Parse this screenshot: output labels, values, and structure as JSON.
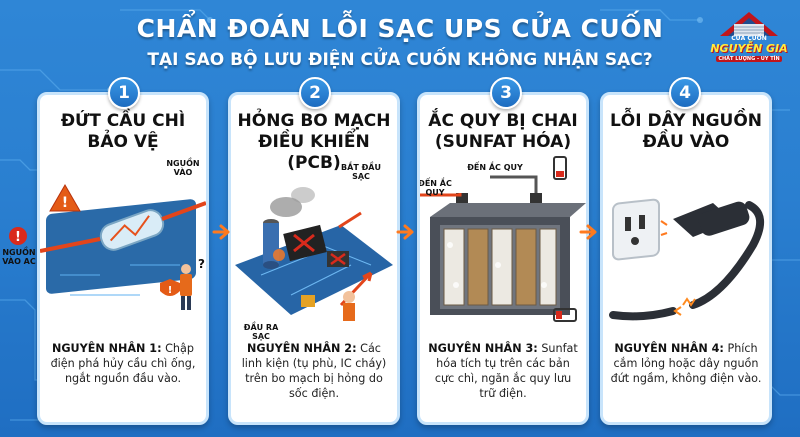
{
  "header": {
    "title": "CHẨN ĐOÁN LỖI SẠC UPS CỬA CUỐN",
    "subtitle": "TẠI SAO BỘ LƯU ĐIỆN CỬA CUỐN KHÔNG NHẬN SẠC?"
  },
  "logo": {
    "small": "CỬA CUỐN",
    "brand": "NGUYỄN GIA",
    "foot": "CHẤT LƯỢNG - UY TÍN"
  },
  "steps": [
    {
      "number": "1",
      "heading": "ĐỨT CẦU CHÌ BẢO VỆ",
      "cause_label": "NGUYÊN NHÂN 1:",
      "cause_text": "Chập điện phá hủy cầu chì ống, ngắt nguồn đầu vào.",
      "tags": [
        "NGUỒN VÀO",
        "NGUỒN VÀO AC"
      ]
    },
    {
      "number": "2",
      "heading": "HỎNG BO MẠCH ĐIỀU KHIỂN (PCB)",
      "cause_label": "NGUYÊN NHÂN 2:",
      "cause_text": "Các linh kiện (tụ phù, IC cháy) trên bo mạch bị hỏng do sốc điện.",
      "tags": [
        "BẮT ĐẦU SẠC",
        "ĐẦU RA SẠC"
      ]
    },
    {
      "number": "3",
      "heading": "ẮC QUY BỊ CHAI (SUNFAT HÓA)",
      "cause_label": "NGUYÊN NHÂN 3:",
      "cause_text": "Sunfat hóa tích tụ trên các bản cực chì, ngăn ắc quy lưu trữ điện.",
      "tags": [
        "ĐẾN ẮC QUY",
        "ĐẾN ẮC QUY"
      ]
    },
    {
      "number": "4",
      "heading": "LỖI DÂY NGUỒN ĐẦU VÀO",
      "cause_label": "NGUYÊN NHÂN 4:",
      "cause_text": "Phích cắm lỏng hoặc dây nguồn đứt ngầm, không điện vào.",
      "tags": []
    }
  ],
  "colors": {
    "background": "#2a7fd0",
    "accent": "#ff6a1a",
    "danger": "#d92a1c",
    "card_border": "#c8e4fb"
  }
}
